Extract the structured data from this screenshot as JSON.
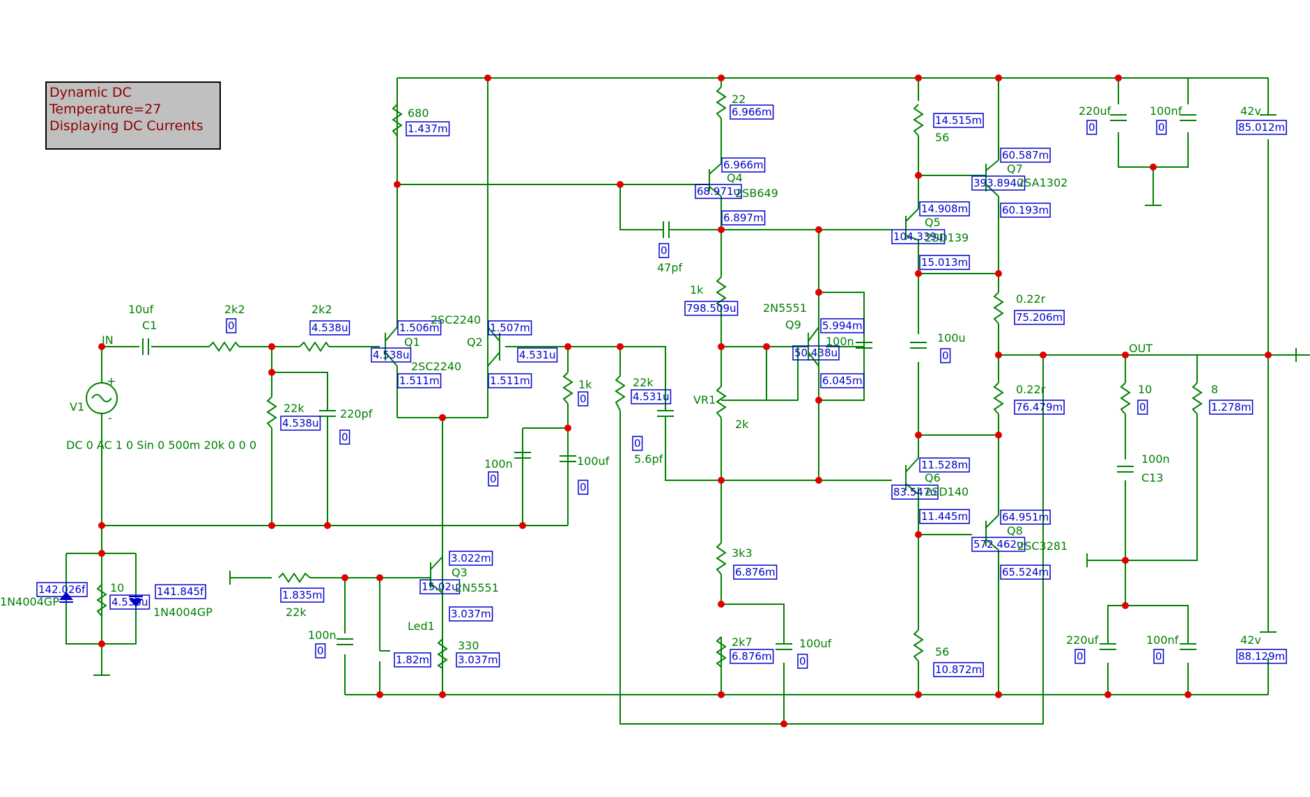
{
  "info": {
    "line1": "Dynamic DC",
    "line2": "Temperature=27",
    "line3": "Displaying DC Currents"
  },
  "nets": {
    "in": "IN",
    "out": "OUT"
  },
  "source": {
    "name": "V1",
    "params": "DC 0 AC 1 0 Sin 0 500m 20k 0 0 0",
    "plus": "+",
    "minus": "-"
  },
  "parts": {
    "c1_val": "10uf",
    "c1_name": "C1",
    "r_in1": "2k2",
    "r_in1_i": "0",
    "r_in2": "2k2",
    "r_in2_i": "4.538u",
    "r_bias": "22k",
    "r_bias_i": "4.538u",
    "c_220p": "220pf",
    "c_220p_i": "0",
    "r680": "680",
    "r680_i": "1.437m",
    "q1": "Q1",
    "q1_type": "2SC2240",
    "q1_c": "1.506m",
    "q1_b": "4.538u",
    "q1_e": "1.511m",
    "q2": "Q2",
    "q2_type": "2SC2240",
    "q2_c": "1.507m",
    "q2_b": "4.531u",
    "q2_e": "1.511m",
    "r_fb1k": "1k",
    "r_fb1k_i": "0",
    "c100n_a": "100n",
    "c100n_a_i": "0",
    "c100uf_a": "100uf",
    "c100uf_a_i": "0",
    "r22k_fb": "22k",
    "r22k_fb_i": "4.531u",
    "c56p": "5.6pf",
    "c56p_i": "0",
    "r22": "22",
    "r22_i": "6.966m",
    "q4": "Q4",
    "q4_type": "2SB649",
    "q4_c": "6.966m",
    "q4_b": "68.971u",
    "q4_e": "6.897m",
    "c47p": "47pf",
    "c47p_i": "0",
    "r1k": "1k",
    "r1k_i": "798.509u",
    "q9": "Q9",
    "q9_type": "2N5551",
    "q9_c": "5.994m",
    "q9_b": "50.438u",
    "q9_e": "6.045m",
    "c100n_q9": "100n",
    "vr1": "VR1",
    "vr1_val": "2k",
    "r3k3": "3k3",
    "r3k3_i": "6.876m",
    "r2k7": "2k7",
    "r2k7_i": "6.876m",
    "c100uf_b": "100uf",
    "c100uf_b_i": "0",
    "r56_top": "56",
    "r56_top_i": "14.515m",
    "q5": "Q5",
    "q5_type": "2SD139",
    "q5_c": "14.908m",
    "q5_b": "104.339u",
    "q5_e": "15.013m",
    "q7": "Q7",
    "q7_type": "2SA1302",
    "q7_c": "60.587m",
    "q7_b": "393.894u",
    "q7_e": "60.193m",
    "r022_top": "0.22r",
    "r022_top_i": "75.206m",
    "c100u": "100u",
    "c100u_i": "0",
    "r022_bot": "0.22r",
    "r022_bot_i": "76.479m",
    "q6": "Q6",
    "q6_type": "2SD140",
    "q6_c": "11.528m",
    "q6_b": "83.547u",
    "q6_e": "11.445m",
    "q8": "Q8",
    "q8_type": "2SC3281",
    "q8_c": "64.951m",
    "q8_b": "572.462u",
    "q8_e": "65.524m",
    "r56_bot": "56",
    "r56_bot_i": "10.872m",
    "c220uf_top": "220uf",
    "c220uf_top_i": "0",
    "c100nf_top": "100nf",
    "c100nf_top_i": "0",
    "v42_top": "42v",
    "v42_top_i": "85.012m",
    "r10": "10",
    "r10_i": "0",
    "r8": "8",
    "r8_i": "1.278m",
    "c13": "C13",
    "c13_val": "100n",
    "c220uf_bot": "220uf",
    "c220uf_bot_i": "0",
    "c100nf_bot": "100nf",
    "c100nf_bot_i": "0",
    "v42_bot": "42v",
    "v42_bot_i": "88.129m",
    "d_left": "1N4004GP",
    "d_left_i": "142.026f",
    "d_right": "1N4004GP",
    "d_right_i": "141.845f",
    "r10_in": "10",
    "r10_in_i": "4.538u",
    "r22k_q3": "22k",
    "r22k_q3_i": "1.835m",
    "c100n_q3": "100n",
    "c100n_q3_i": "0",
    "led1": "Led1",
    "led1_i": "1.82m",
    "q3": "Q3",
    "q3_type": "2N5551",
    "q3_c": "3.022m",
    "q3_b": "15.02u",
    "q3_e": "3.037m",
    "r330": "330",
    "r330_i": "3.037m"
  }
}
